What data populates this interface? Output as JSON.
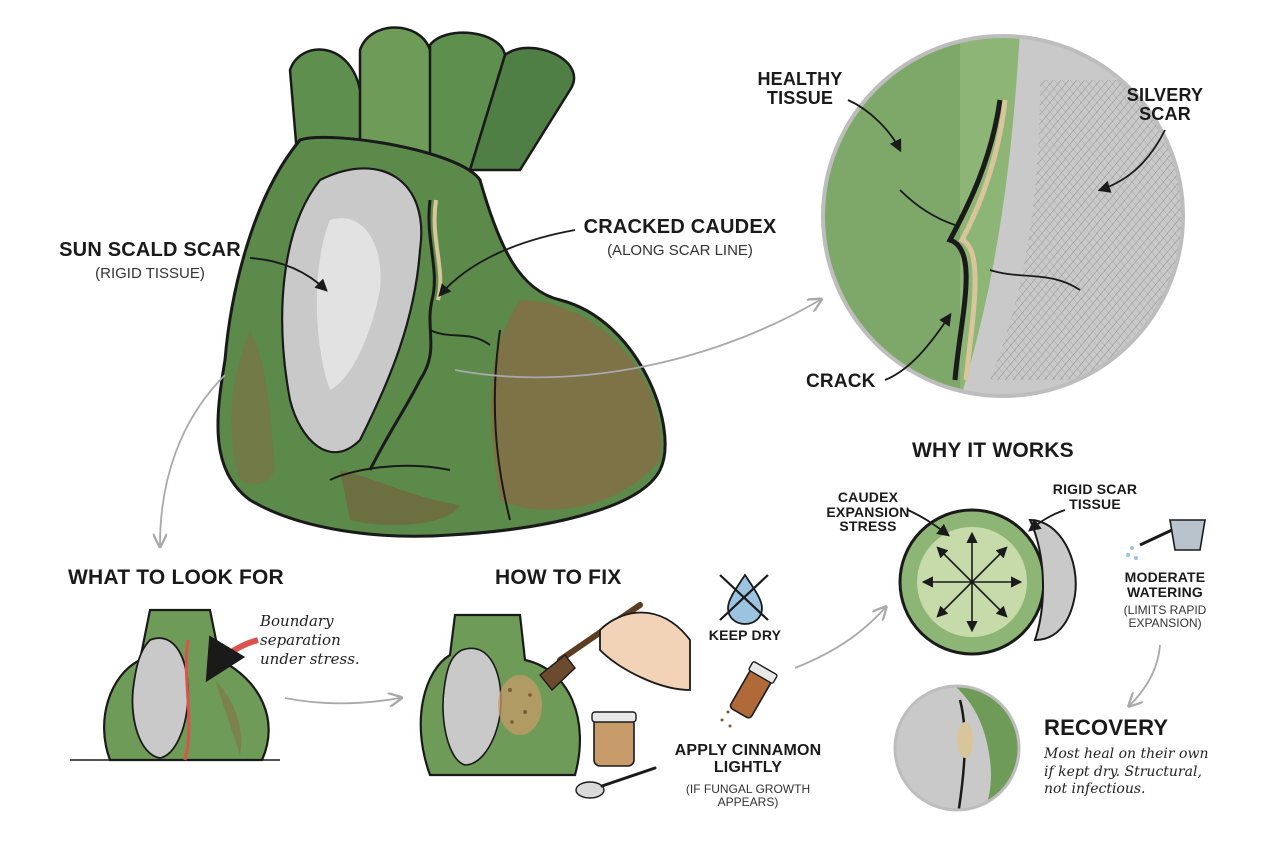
{
  "main": {
    "sun_scald": {
      "title": "SUN SCALD SCAR",
      "sub": "(RIGID TISSUE)"
    },
    "cracked": {
      "title": "CRACKED CAUDEX",
      "sub": "(ALONG SCAR LINE)"
    }
  },
  "zoom": {
    "healthy": [
      "HEALTHY",
      "TISSUE"
    ],
    "silvery": [
      "SILVERY",
      "SCAR"
    ],
    "crack": "CRACK"
  },
  "look": {
    "heading": "WHAT TO LOOK FOR",
    "note": [
      "Boundary",
      "separation",
      "under stress."
    ]
  },
  "fix": {
    "heading": "HOW TO FIX",
    "keep_dry": "KEEP DRY",
    "cinnamon": [
      "APPLY CINNAMON",
      "LIGHTLY"
    ],
    "cinnamon_sub": [
      "(IF FUNGAL GROWTH",
      "APPEARS)"
    ]
  },
  "why": {
    "heading": "WHY IT WORKS",
    "stress": [
      "CAUDEX",
      "EXPANSION",
      "STRESS"
    ],
    "rigid": [
      "RIGID SCAR",
      "TISSUE"
    ],
    "watering": [
      "MODERATE",
      "WATERING"
    ],
    "watering_sub": [
      "(LIMITS RAPID",
      "EXPANSION)"
    ]
  },
  "recovery": {
    "heading": "RECOVERY",
    "note": [
      "Most heal on their own",
      "if kept dry. Structural,",
      "not infectious."
    ]
  },
  "colors": {
    "green": "#5f8f4e",
    "dark_green": "#3e6b3a",
    "brown": "#8a6a45",
    "scar": "#c9c9c9",
    "ink": "#1a1a1a",
    "arrow_gray": "#a9a9a9",
    "red_arrow": "#d9534f",
    "water_blue": "#9cc3e0"
  }
}
